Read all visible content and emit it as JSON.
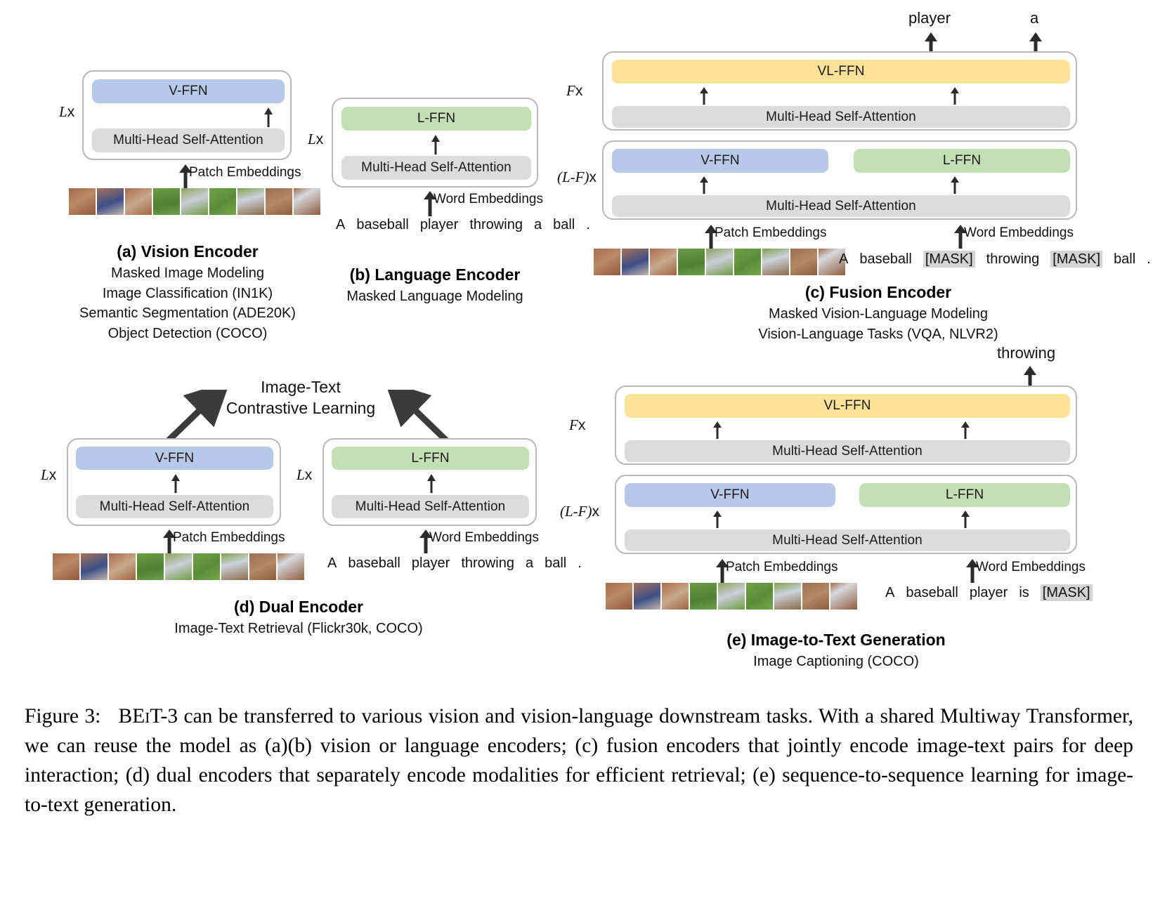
{
  "figure": {
    "number": "Figure 3:",
    "caption": "BEiT-3 can be transferred to various vision and vision-language downstream tasks. With a shared Multiway Transformer, we can reuse the model as (a)(b) vision or language encoders; (c) fusion encoders that jointly encode image-text pairs for deep interaction; (d) dual encoders that separately encode modalities for efficient retrieval; (e) sequence-to-sequence learning for image-to-text generation."
  },
  "labels": {
    "msa": "Multi-Head Self-Attention",
    "v_ffn": "V-FFN",
    "l_ffn": "L-FFN",
    "vl_ffn": "VL-FFN",
    "patch_embeddings": "Patch Embeddings",
    "word_embeddings": "Word Embeddings",
    "mult_L": "Lx",
    "mult_F": "Fx",
    "mult_LF": "(L-F)x"
  },
  "colors": {
    "v_ffn": "#b7c8e8",
    "l_ffn": "#c3dfb4",
    "vl_ffn": "#fde29a",
    "msa": "#dcdcdc",
    "frame_border": "#b9b9b9",
    "mask_bg": "#d4d4d4",
    "arrow": "#2b2b2b"
  },
  "sentences": {
    "plain": [
      "A",
      "baseball",
      "player",
      "throwing",
      "a",
      "ball",
      "."
    ],
    "fusion": [
      "A",
      "baseball",
      "[MASK]",
      "throwing",
      "[MASK]",
      "ball",
      "."
    ],
    "fusion_masked_indices": [
      2,
      4
    ],
    "generation": [
      "A",
      "baseball",
      "player",
      "is",
      "[MASK]"
    ],
    "generation_masked_indices": [
      4
    ]
  },
  "panels": [
    {
      "id": "a",
      "title": "(a) Vision Encoder",
      "lines": [
        "Masked Image Modeling",
        "Image Classification (IN1K)",
        "Semantic Segmentation (ADE20K)",
        "Object Detection (COCO)"
      ]
    },
    {
      "id": "b",
      "title": "(b) Language Encoder",
      "lines": [
        "Masked Language Modeling"
      ]
    },
    {
      "id": "c",
      "title": "(c) Fusion Encoder",
      "lines": [
        "Masked Vision-Language Modeling",
        "Vision-Language Tasks (VQA, NLVR2)"
      ],
      "outputs": [
        "player",
        "a"
      ]
    },
    {
      "id": "d",
      "title": "(d) Dual Encoder",
      "lines": [
        "Image-Text Retrieval (Flickr30k, COCO)"
      ],
      "objective": [
        "Image-Text",
        "Contrastive Learning"
      ]
    },
    {
      "id": "e",
      "title": "(e) Image-to-Text Generation",
      "lines": [
        "Image Captioning (COCO)"
      ],
      "outputs": [
        "throwing"
      ]
    }
  ],
  "patch_strip": {
    "count": 9,
    "tiles": [
      "#a9694f",
      "#9e6a58",
      "#a5684f",
      "#5d8a3c",
      "#7f8a58",
      "#6b9440",
      "#8f7c4e",
      "#9c7154",
      "#a06c52"
    ]
  }
}
